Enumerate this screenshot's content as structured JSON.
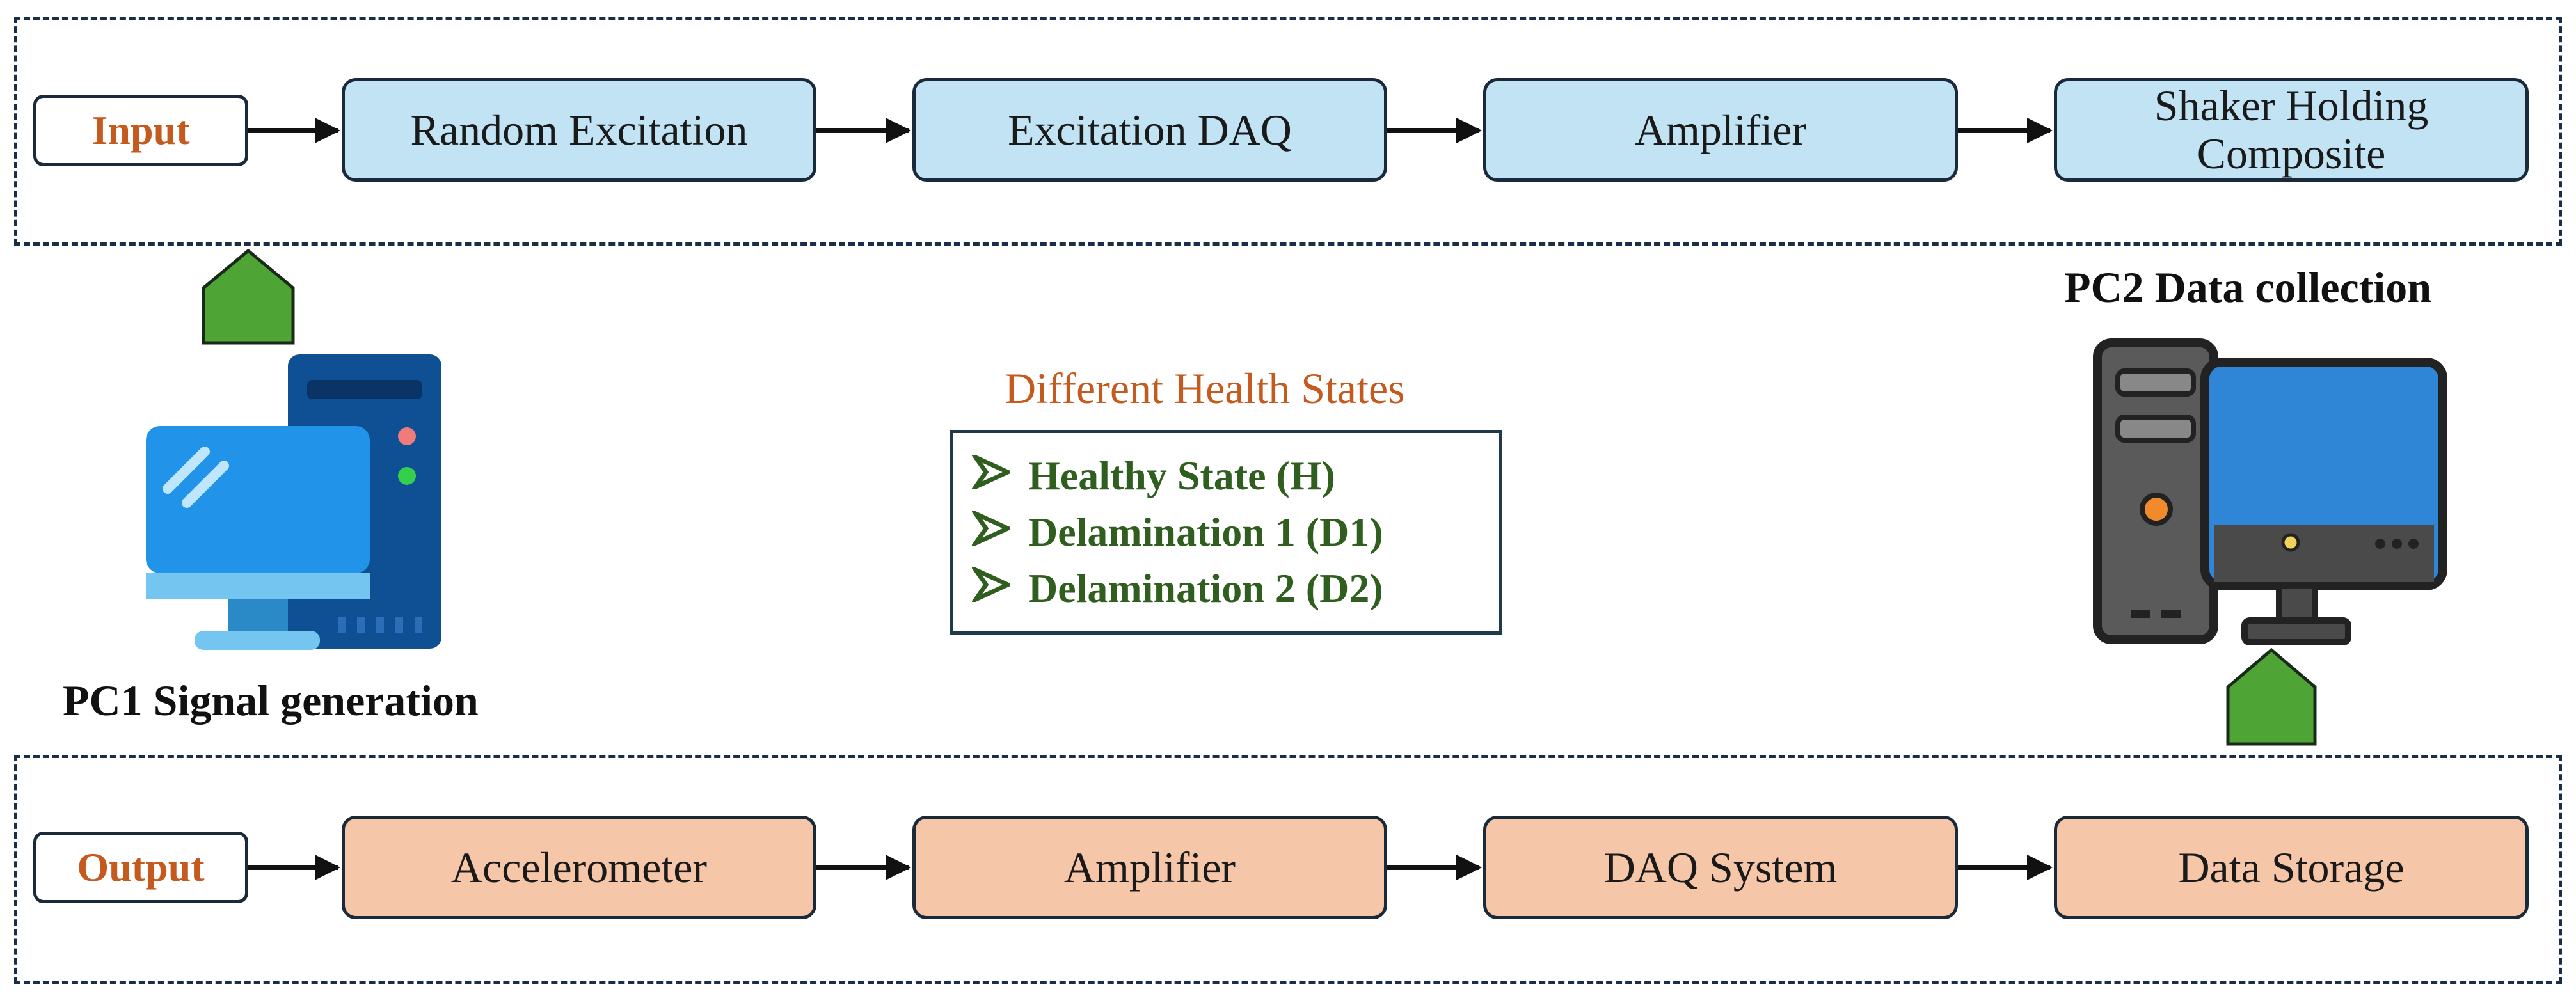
{
  "input_row": {
    "label": "Input",
    "steps": [
      "Random Excitation",
      "Excitation DAQ",
      "Amplifier",
      "Shaker Holding Composite"
    ]
  },
  "output_row": {
    "label": "Output",
    "steps": [
      "Accelerometer",
      "Amplifier",
      "DAQ System",
      "Data Storage"
    ]
  },
  "pc1": {
    "label": "PC1 Signal generation",
    "icon": "desktop-computer-icon"
  },
  "pc2": {
    "label": "PC2 Data collection",
    "icon": "desktop-computer-icon"
  },
  "health_states": {
    "title": "Different Health States",
    "items": [
      "Healthy State (H)",
      "Delamination 1 (D1)",
      "Delamination 2 (D2)"
    ]
  },
  "colors": {
    "input_box": "#c2e3f4",
    "output_box": "#f6c6a9",
    "accent_text": "#c55a1f",
    "state_text": "#2f5e1e",
    "up_arrow": "#4ea536"
  }
}
